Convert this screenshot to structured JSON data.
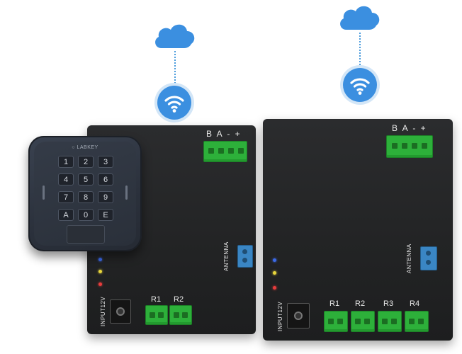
{
  "keypad": {
    "brand": "LABKEY",
    "keys": [
      "1",
      "2",
      "3",
      "4",
      "5",
      "6",
      "7",
      "8",
      "9",
      "A",
      "0",
      "E"
    ]
  },
  "board_left": {
    "bus": "B A - +",
    "antenna": "ANTENNA",
    "input": "INPUT12V",
    "relays": [
      "R1",
      "R2"
    ]
  },
  "board_right": {
    "bus": "B A - +",
    "antenna": "ANTENNA",
    "input": "INPUT12V",
    "relays": [
      "R1",
      "R2",
      "R3",
      "R4"
    ]
  },
  "icons": {
    "cloud": "cloud-icon",
    "wifi": "wifi-icon"
  },
  "colors": {
    "cloud": "#3b8fe0",
    "wifi_badge": "#3b8fe0",
    "board": "#232425",
    "terminal_green": "#2db03a",
    "terminal_blue": "#3a86c4",
    "led_blue": "#3c6ae8",
    "led_yellow": "#e8d63c",
    "led_red": "#e83c3c"
  }
}
